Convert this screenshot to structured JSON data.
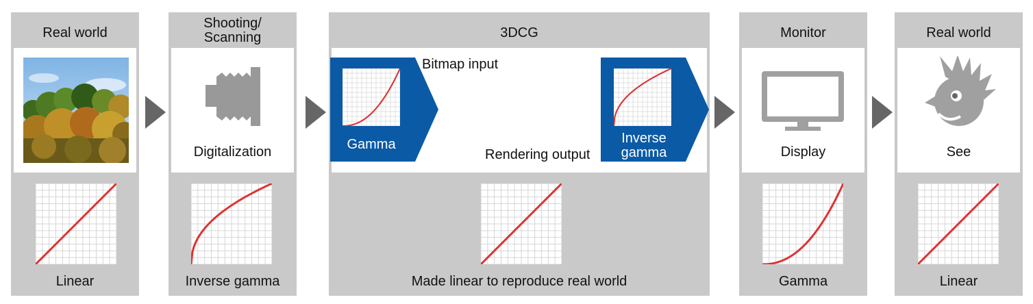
{
  "panels": {
    "real_world_1": {
      "title": "Real world",
      "curve_label": "Linear"
    },
    "shooting": {
      "title_line1": "Shooting/",
      "title_line2": "Scanning",
      "stage_label": "Digitalization",
      "curve_label": "Inverse gamma"
    },
    "cg": {
      "title": "3DCG",
      "gamma_label": "Gamma",
      "bitmap_label": "Bitmap input",
      "rendering_label": "Rendering output",
      "inverse_label_line1": "Inverse",
      "inverse_label_line2": "gamma",
      "curve_label": "Made linear to reproduce real world"
    },
    "monitor": {
      "title": "Monitor",
      "stage_label": "Display",
      "curve_label": "Gamma"
    },
    "real_world_2": {
      "title": "Real world",
      "stage_label": "See",
      "curve_label": "Linear"
    }
  },
  "colors": {
    "panel_bg": "#c9c9c9",
    "arrow": "#666666",
    "curve": "#dd3333",
    "blue": "#0b5aa6",
    "grid_line": "#d6d6d6"
  },
  "icons": [
    "photo-landscape",
    "camera-lens-icon",
    "monitor-icon",
    "person-face-icon"
  ]
}
